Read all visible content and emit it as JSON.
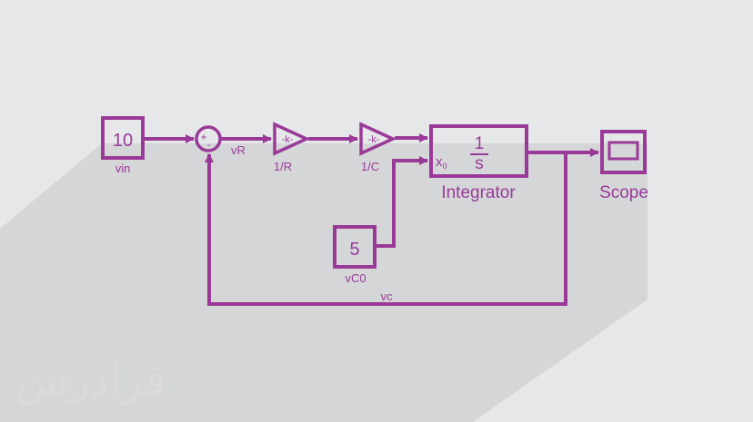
{
  "colors": {
    "background": "#e6e7e9",
    "shadow": "#d4d5d7",
    "block": "#9a3a98",
    "text": "#9a3a98",
    "watermark": "#dcdcde"
  },
  "blocks": {
    "vin": {
      "value": "10",
      "label": "vin"
    },
    "sum": {
      "plus": "+",
      "minus": "-"
    },
    "gain_r": {
      "symbol": "-k-",
      "label": "1/R"
    },
    "gain_c": {
      "symbol": "-k-",
      "label": "1/C"
    },
    "integrator": {
      "numerator": "1",
      "denominator": "s",
      "port": "x",
      "port_sub": "0",
      "label": "Integrator"
    },
    "vc0": {
      "value": "5",
      "label": "vC0"
    },
    "scope": {
      "label": "Scope"
    }
  },
  "signals": {
    "vr": "vR",
    "vc": "vc"
  },
  "watermark": {
    "text": "فرادرس"
  }
}
